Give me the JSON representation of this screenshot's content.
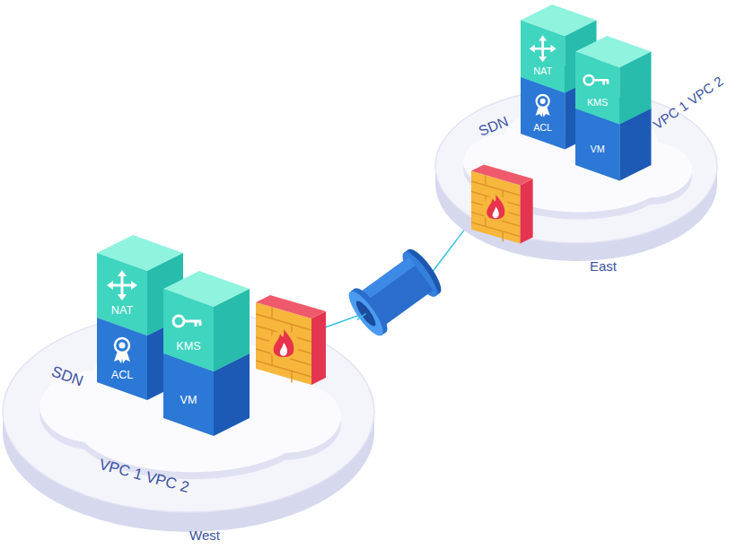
{
  "diagram": {
    "nodes": [
      {
        "text": [
          "SDN",
          "VPC 1 VPC 2",
          "East"
        ]
      },
      {
        "text": [
          "NAT"
        ],
        "in": 0
      },
      {
        "text": [
          "KMS"
        ],
        "in": 0
      },
      {
        "text": [
          "ACL"
        ],
        "in": 0
      },
      {
        "text": [
          "VM"
        ],
        "in": 0
      },
      {
        "text": [
          "SDN",
          "VPC 1 VPC 2",
          "West"
        ]
      },
      {
        "text": [
          "NAT"
        ],
        "in": 5
      },
      {
        "text": [
          "KMS"
        ],
        "in": 5
      },
      {
        "text": [
          "ACL"
        ],
        "in": 5
      },
      {
        "text": [
          "VM"
        ],
        "in": 5
      }
    ],
    "edges": [
      {
        "from": 5,
        "to": 0,
        "arrow": "none"
      }
    ]
  }
}
